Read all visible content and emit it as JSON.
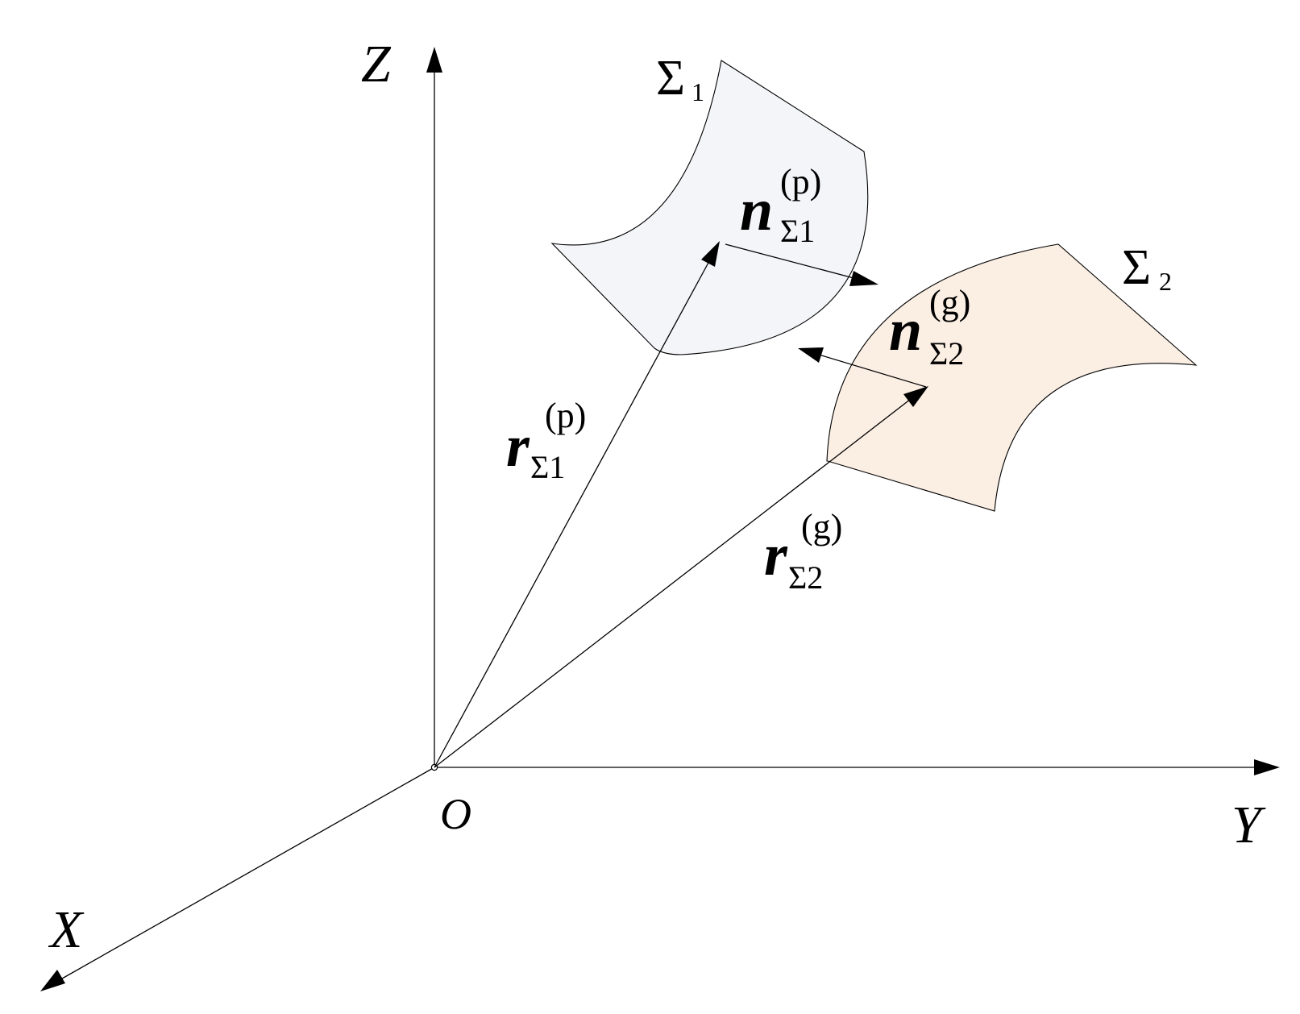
{
  "axes": {
    "z_label": "Z",
    "y_label": "Y",
    "x_label": "X",
    "origin_label": "O"
  },
  "surfaces": {
    "sigma1": {
      "symbol": "Σ",
      "subscript": "1",
      "fill_color": "#f4f5f9"
    },
    "sigma2": {
      "symbol": "Σ",
      "subscript": "2",
      "fill_color": "#fbeee3"
    }
  },
  "vectors": {
    "r1": {
      "symbol": "r",
      "superscript": "(p)",
      "subscript": "Σ1"
    },
    "r2": {
      "symbol": "r",
      "superscript": "(g)",
      "subscript": "Σ2"
    },
    "n1": {
      "symbol": "n",
      "superscript": "(p)",
      "subscript": "Σ1"
    },
    "n2": {
      "symbol": "n",
      "superscript": "(g)",
      "subscript": "Σ2"
    }
  }
}
